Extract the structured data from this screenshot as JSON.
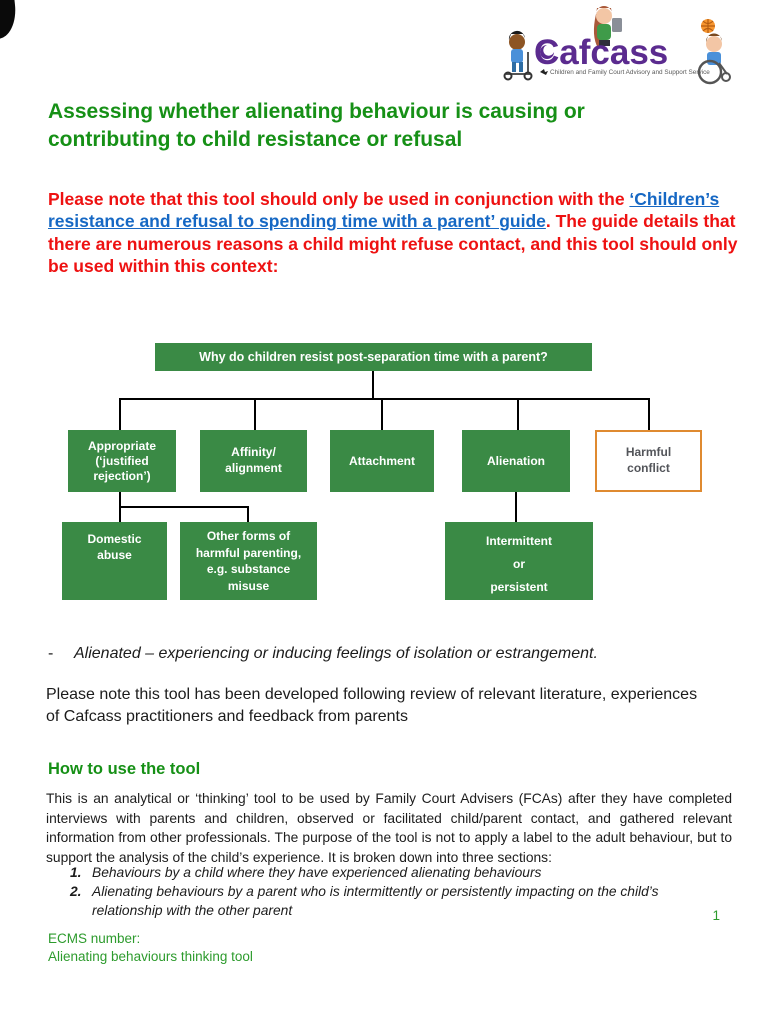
{
  "logo": {
    "brand": "Cafcass",
    "tagline": "Children and Family Court Advisory and Support Service"
  },
  "title": "Assessing whether alienating behaviour is causing or contributing to child resistance or refusal",
  "notice": {
    "before_link": "Please note that this tool should only be used in conjunction with the ",
    "link_text": "‘Children’s resistance and refusal to spending time with a parent’ guide",
    "after_link": ". The guide details that there are numerous reasons a child might refuse contact, and this tool should only be used within this context:"
  },
  "diagram": {
    "root": "Why do children resist post-separation time with a parent?",
    "boxes": {
      "appropriate": "Appropriate\n(‘justified\nrejection’)",
      "affinity": "Affinity/\nalignment",
      "attachment": "Attachment",
      "alienation": "Alienation",
      "harmful_conflict": "Harmful\nconflict",
      "domestic_abuse": "Domestic\nabuse",
      "other_forms": "Other forms of\nharmful parenting,\ne.g. substance\nmisuse",
      "intermittent": "Intermittent\nor\npersistent"
    }
  },
  "definition": {
    "dash": "-",
    "text": "Alienated – experiencing or inducing feelings of isolation or estrangement."
  },
  "para_developed": "Please note this tool has been developed following review of relevant literature, experiences of Cafcass practitioners and feedback from parents",
  "how_to": {
    "heading": "How to use the tool",
    "body": "This is an analytical or ‘thinking’ tool to be used by Family Court Advisers (FCAs) after they have completed interviews with parents and children, observed or facilitated child/parent contact, and gathered relevant information from other professionals. The purpose of the tool is not to apply a label to the adult behaviour, but to support the analysis of the child’s experience. It is broken down into three sections:",
    "list": [
      {
        "num": "1.",
        "text": "Behaviours by a child where they have experienced alienating behaviours"
      },
      {
        "num": "2.",
        "text": "Alienating behaviours by a parent who is intermittently or persistently impacting on the child’s relationship with the other parent"
      }
    ]
  },
  "footer": {
    "page_number": "1",
    "ecms_label": "ECMS number:",
    "doc_name": "Alienating behaviours thinking tool"
  },
  "colors": {
    "heading_green": "#169016",
    "box_green": "#3a8a45",
    "notice_red": "#ee1111",
    "link_blue": "#1668c4",
    "harmful_border_orange": "#df8a30",
    "brand_purple": "#5b2b8f",
    "footer_green": "#2d9b2d"
  }
}
